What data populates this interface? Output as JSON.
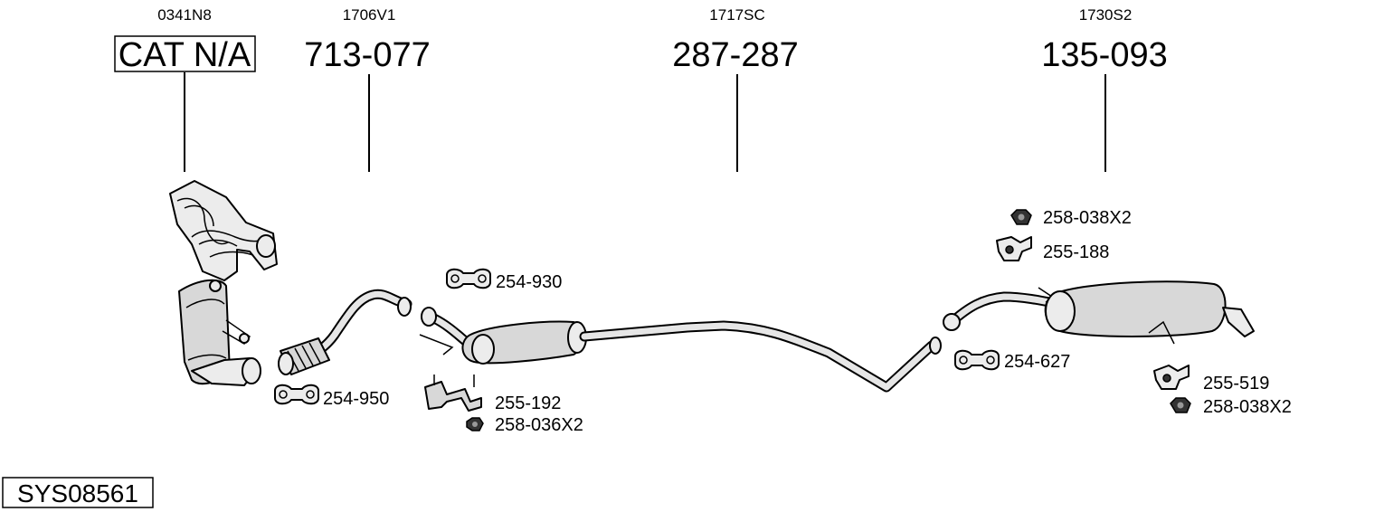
{
  "diagram": {
    "type": "exhaust-system-parts-diagram",
    "system_id": "SYS08561",
    "sections": [
      {
        "oe_code": "0341N8",
        "part_number": "CAT N/A",
        "boxed": true
      },
      {
        "oe_code": "1706V1",
        "part_number": "713-077"
      },
      {
        "oe_code": "1717SC",
        "part_number": "287-287"
      },
      {
        "oe_code": "1730S2",
        "part_number": "135-093"
      }
    ],
    "accessories": [
      {
        "label": "254-950",
        "icon": "clamp-icon"
      },
      {
        "label": "254-930",
        "icon": "clamp-icon"
      },
      {
        "label": "255-192",
        "icon": "bracket-icon"
      },
      {
        "label": "258-036X2",
        "icon": "nut-icon"
      },
      {
        "label": "258-038X2",
        "icon": "nut-icon"
      },
      {
        "label": "255-188",
        "icon": "rubber-mount-icon"
      },
      {
        "label": "254-627",
        "icon": "clamp-icon"
      },
      {
        "label": "255-519",
        "icon": "rubber-mount-icon"
      },
      {
        "label": "258-038X2",
        "icon": "nut-icon"
      }
    ]
  }
}
